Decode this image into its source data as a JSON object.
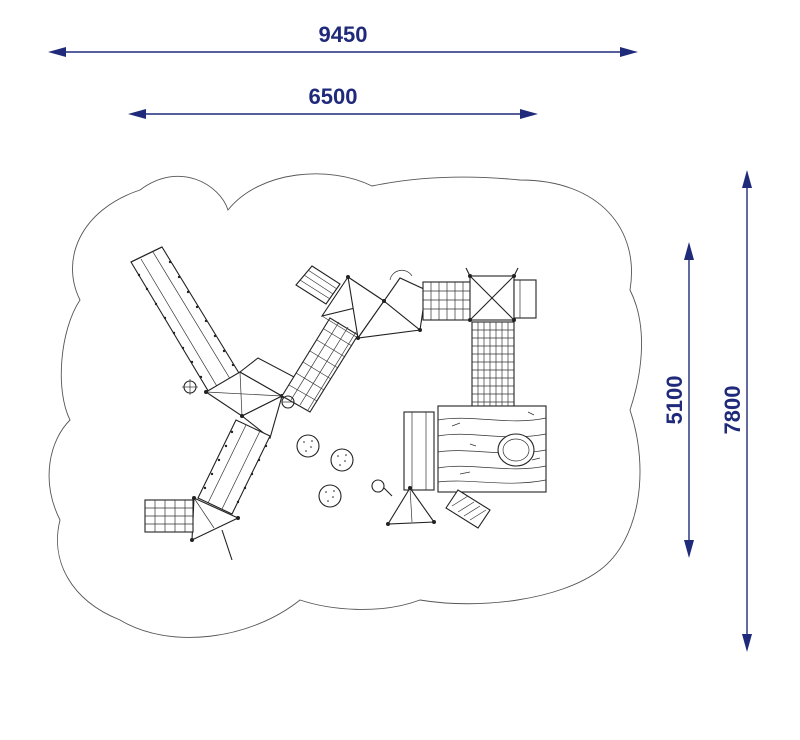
{
  "dimensions": {
    "overall_width": "9450",
    "inner_width": "6500",
    "inner_depth": "5100",
    "overall_depth": "7800"
  },
  "colors": {
    "dimension": "#1f2a7a",
    "line": "#222222",
    "background": "#ffffff"
  }
}
